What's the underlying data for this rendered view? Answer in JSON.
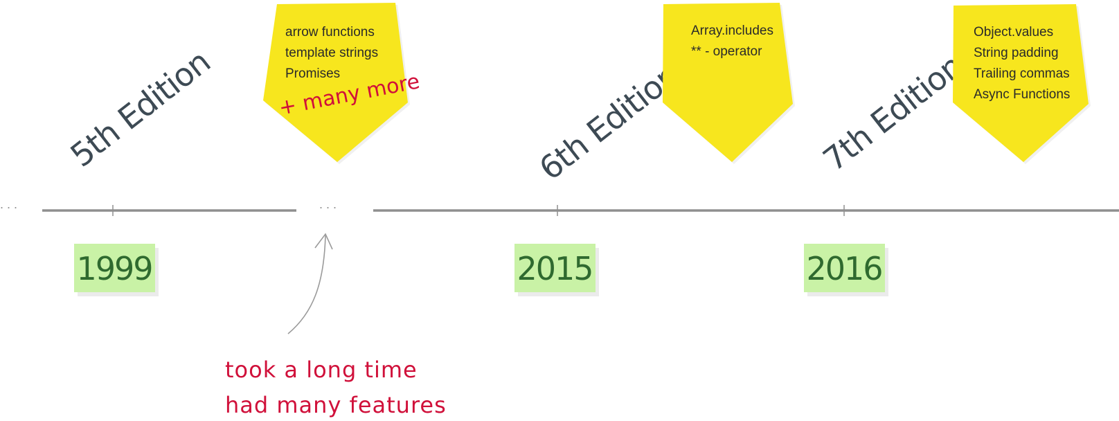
{
  "colors": {
    "line": "#8f8f8f",
    "sticky_yellow": "#f7e61e",
    "sticky_green": "#c9f2a6",
    "edition_text": "#3d4a54",
    "year_text": "#2f6a2f",
    "accent_red": "#d0103a",
    "feature_text": "#2a2a2a"
  },
  "timeline": {
    "left_ellipsis": ". . .",
    "gap_ellipsis": ". . ."
  },
  "editions": [
    {
      "label": "5th Edition",
      "year": "1999"
    },
    {
      "label": "6th Edition",
      "year": "2015"
    },
    {
      "label": "7th Edition",
      "year": "2016"
    }
  ],
  "feature_notes": [
    {
      "items": [
        "arrow functions",
        "template strings",
        "Promises"
      ],
      "extra": "+ many more"
    },
    {
      "items": [
        "Array.includes",
        "** - operator"
      ]
    },
    {
      "items": [
        "Object.values",
        "String padding",
        "Trailing commas",
        "Async Functions"
      ]
    }
  ],
  "annotation": {
    "line1": "took a long time",
    "line2": "had many features"
  }
}
